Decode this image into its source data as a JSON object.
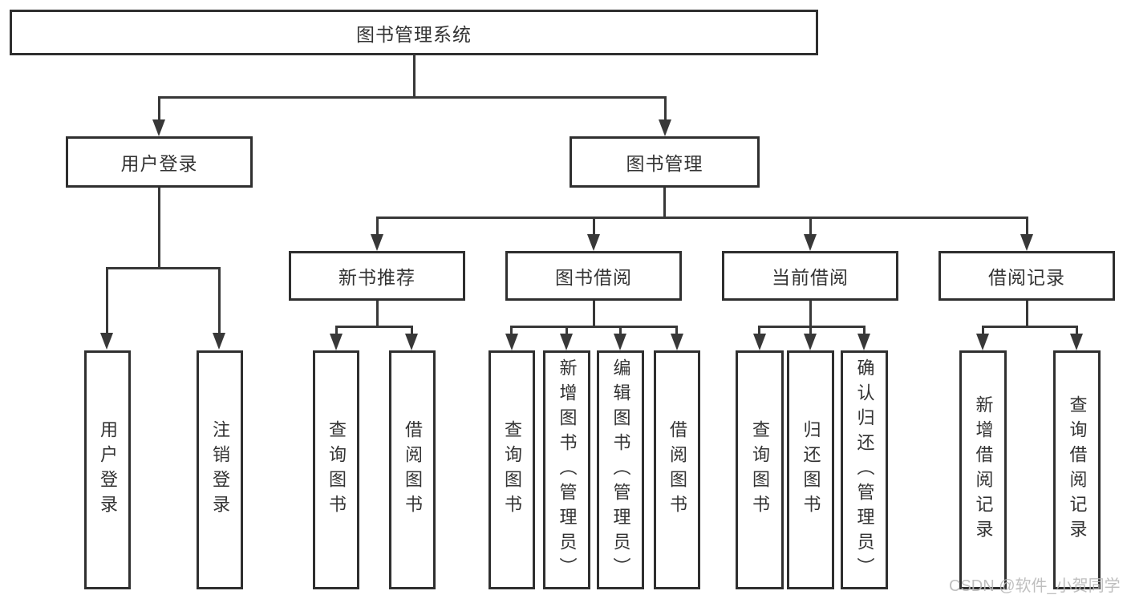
{
  "diagram": {
    "title": "图书管理系统",
    "colors": {
      "background": "#ffffff",
      "box_border": "#2f2f2f",
      "connector_line": "#383838",
      "text": "#333333",
      "watermark": "#b9b9b9"
    },
    "root": {
      "label": "图书管理系统"
    },
    "level2": [
      {
        "id": "user-login",
        "label": "用户登录"
      },
      {
        "id": "book-management",
        "label": "图书管理"
      }
    ],
    "level3": [
      {
        "id": "new-book-recommend",
        "label": "新书推荐",
        "parent": "book-management"
      },
      {
        "id": "book-borrowing",
        "label": "图书借阅",
        "parent": "book-management"
      },
      {
        "id": "current-borrowing",
        "label": "当前借阅",
        "parent": "book-management"
      },
      {
        "id": "borrowing-records",
        "label": "借阅记录",
        "parent": "book-management"
      }
    ],
    "leaves": [
      {
        "id": "user-login-leaf",
        "label": "用户登录",
        "parent": "user-login"
      },
      {
        "id": "logout-leaf",
        "label": "注销登录",
        "parent": "user-login"
      },
      {
        "id": "recommend-query-books",
        "label": "查询图书",
        "parent": "new-book-recommend"
      },
      {
        "id": "recommend-borrow-books",
        "label": "借阅图书",
        "parent": "new-book-recommend"
      },
      {
        "id": "borrowing-query-books",
        "label": "查询图书",
        "parent": "book-borrowing"
      },
      {
        "id": "borrowing-add-books",
        "label": "新增图书（管理员）",
        "parent": "book-borrowing"
      },
      {
        "id": "borrowing-edit-books",
        "label": "编辑图书（管理员）",
        "parent": "book-borrowing"
      },
      {
        "id": "borrowing-borrow-books",
        "label": "借阅图书",
        "parent": "book-borrowing"
      },
      {
        "id": "current-query-books",
        "label": "查询图书",
        "parent": "current-borrowing"
      },
      {
        "id": "current-return-books",
        "label": "归还图书",
        "parent": "current-borrowing"
      },
      {
        "id": "current-confirm-return",
        "label": "确认归还（管理员）",
        "parent": "current-borrowing"
      },
      {
        "id": "records-add-record",
        "label": "新增借阅记录",
        "parent": "borrowing-records"
      },
      {
        "id": "records-query-record",
        "label": "查询借阅记录",
        "parent": "borrowing-records"
      }
    ],
    "watermark": "CSDN @软件_小贺同学"
  }
}
